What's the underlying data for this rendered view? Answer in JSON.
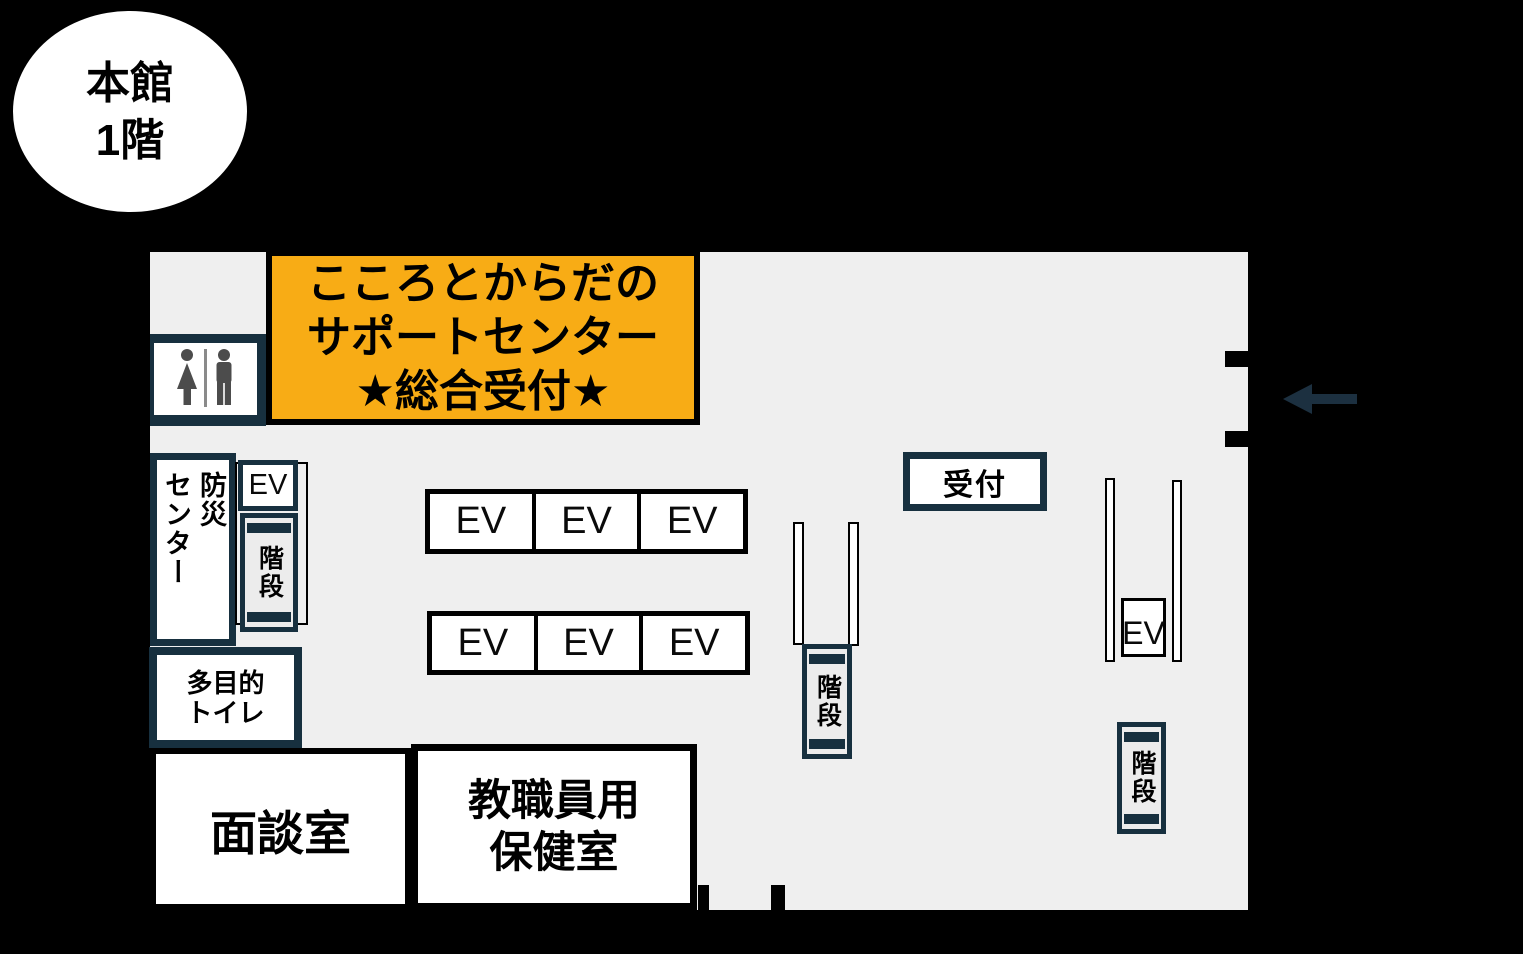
{
  "floor_badge": {
    "line1": "本館",
    "line2": "1階"
  },
  "banner": {
    "line1": "こころとからだの",
    "line2": "サポートセンター",
    "line3": "★総合受付★"
  },
  "rooms": {
    "disaster_center": {
      "col1": "防災",
      "col2": "センター"
    },
    "multipurpose_toilet": {
      "line1": "多目的",
      "line2": "トイレ"
    },
    "meeting_room": "面談室",
    "staff_health_room": {
      "line1": "教職員用",
      "line2": "保健室"
    },
    "reception": "受付"
  },
  "labels": {
    "elevator": "EV",
    "stairs": "階段"
  },
  "icons": {
    "restroom": "male-female-restroom-pictogram",
    "entrance_arrow": "left-arrow"
  },
  "colors": {
    "navy": "#17303F",
    "banner_bg": "#F8AC15",
    "floor_bg": "#EFEFEF",
    "arrow": "#1C3040"
  }
}
